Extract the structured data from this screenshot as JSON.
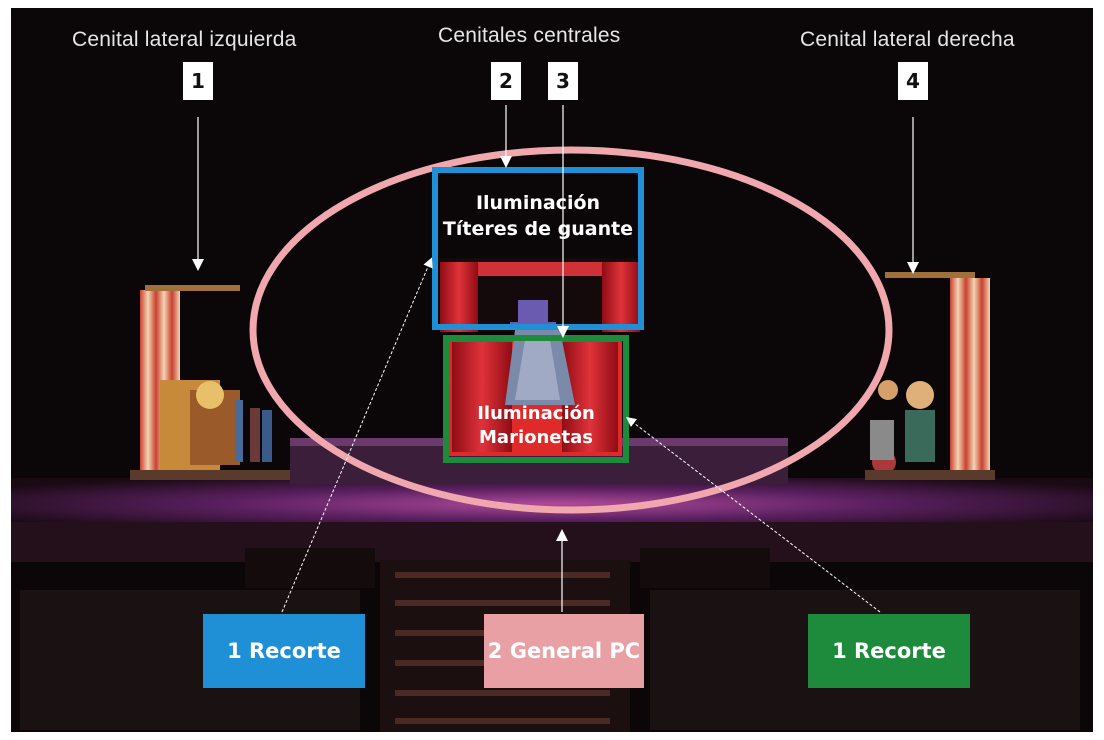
{
  "labels": {
    "left_title": "Cenital lateral izquierda",
    "center_title": "Cenitales centrales",
    "right_title": "Cenital lateral derecha"
  },
  "markers": [
    "1",
    "2",
    "3",
    "4"
  ],
  "zones": {
    "glove": {
      "line1": "Iluminación",
      "line2": "Títeres de guante",
      "color": "#1f8fd6"
    },
    "marionette": {
      "line1": "Iluminación",
      "line2": "Marionetas",
      "color": "#1d8a3c"
    }
  },
  "boxes": {
    "left": {
      "label": "1 Recorte",
      "color": "#1f8fd6"
    },
    "center": {
      "label": "2 General PC",
      "color": "#e8a0a4"
    },
    "right": {
      "label": "1 Recorte",
      "color": "#1d8a3c"
    }
  },
  "colors": {
    "ellipse": "#f0a8ae",
    "arrows": "#ffffff",
    "background": "#0b0708"
  }
}
